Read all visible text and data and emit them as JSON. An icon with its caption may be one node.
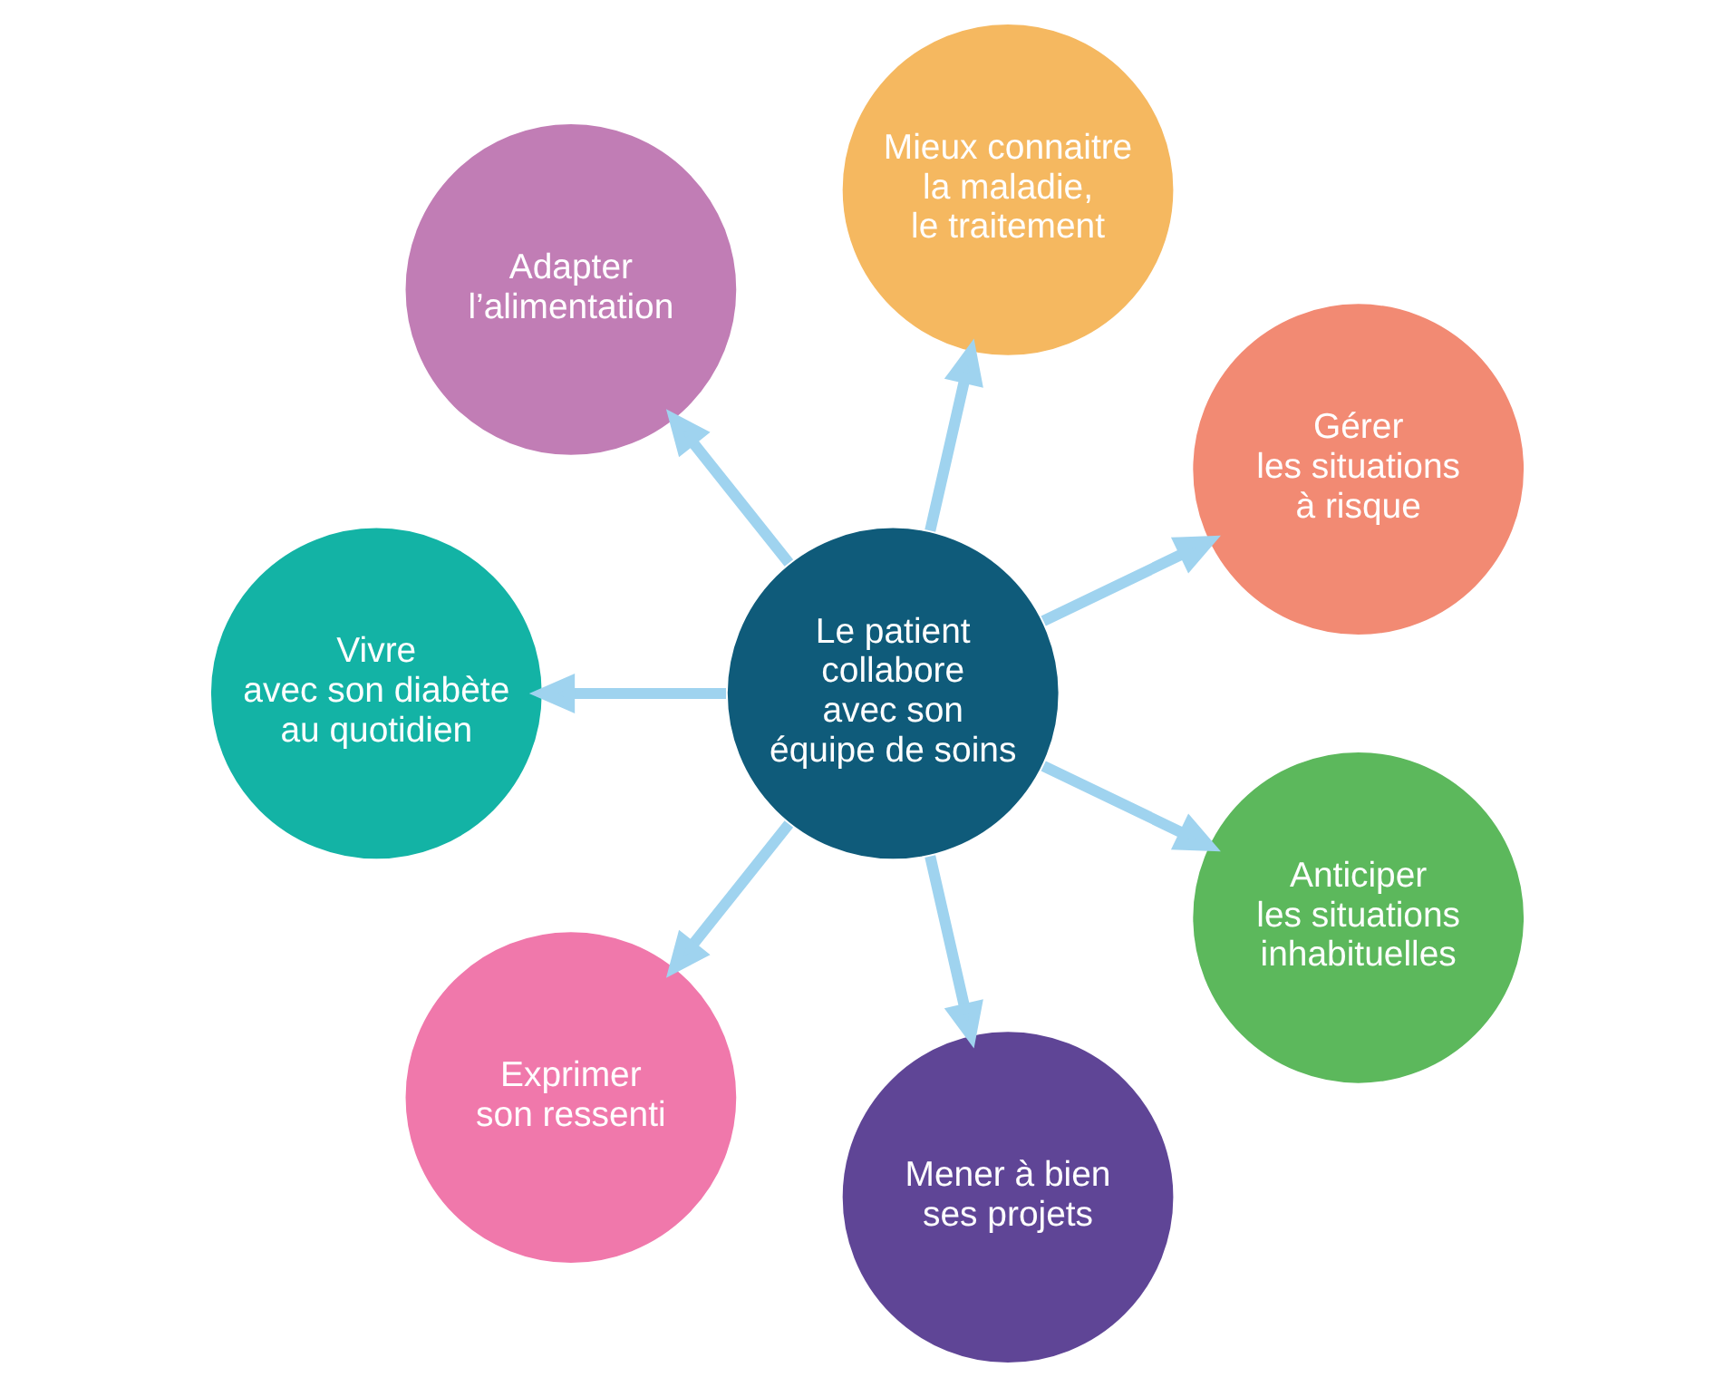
{
  "diagram": {
    "nodes": [
      {
        "text": [
          "Mieux connaitre la maladie, le traitement"
        ]
      },
      {
        "text": [
          "Adapter l’alimentation"
        ]
      },
      {
        "text": [
          "Gérer les situations à risque"
        ]
      },
      {
        "text": [
          "Le patient collabore avec son équipe de soins"
        ]
      },
      {
        "text": [
          "Vivre avec son diabète au quotidien"
        ]
      },
      {
        "text": [
          "Anticiper les situations inhabituelles"
        ]
      },
      {
        "text": [
          "Exprimer son ressenti"
        ]
      },
      {
        "text": [
          "Mener à bien ses projets"
        ]
      }
    ],
    "edges": [
      {
        "from": 3,
        "to": 0,
        "arrow": "to"
      },
      {
        "from": 3,
        "to": 2,
        "arrow": "to"
      },
      {
        "from": 3,
        "to": 5,
        "arrow": "to"
      },
      {
        "from": 3,
        "to": 7,
        "arrow": "to"
      },
      {
        "from": 3,
        "to": 6,
        "arrow": "to"
      },
      {
        "from": 3,
        "to": 4,
        "arrow": "to"
      },
      {
        "from": 3,
        "to": 1,
        "arrow": "to"
      }
    ]
  }
}
